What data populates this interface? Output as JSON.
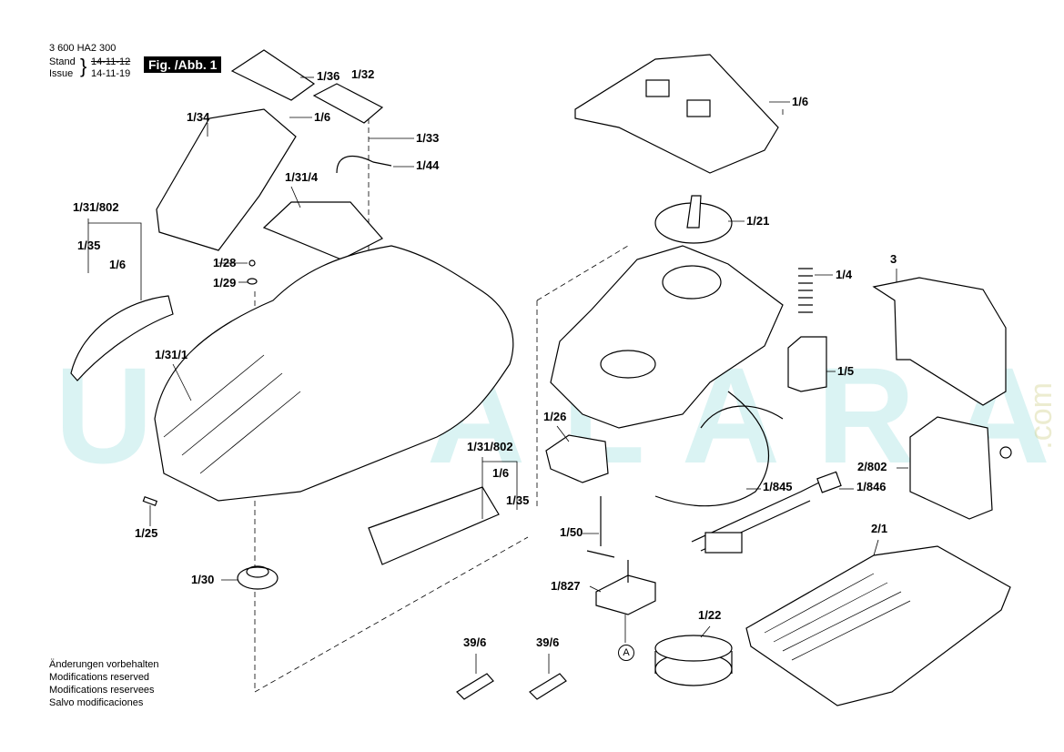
{
  "header": {
    "doc_number": "3 600 HA2 300",
    "stand_label": "Stand",
    "issue_label": "Issue",
    "stand_old": "14-11-12",
    "issue_date": "14-11-19",
    "fig_label": "Fig. /Abb. 1"
  },
  "notes": [
    "Änderungen vorbehalten",
    "Modifications reserved",
    "Modifications reservees",
    "Salvo modificaciones"
  ],
  "watermark": {
    "text": "USTALARA",
    ".com": ".com"
  },
  "parts": [
    {
      "id": "p1",
      "label": "1/36"
    },
    {
      "id": "p2",
      "label": "1/32"
    },
    {
      "id": "p3",
      "label": "1/6"
    },
    {
      "id": "p4",
      "label": "1/33"
    },
    {
      "id": "p5",
      "label": "1/44"
    },
    {
      "id": "p6",
      "label": "1/34"
    },
    {
      "id": "p7",
      "label": "1/31/4"
    },
    {
      "id": "p8",
      "label": "1/31/802"
    },
    {
      "id": "p9",
      "label": "1/35"
    },
    {
      "id": "p10",
      "label": "1/6"
    },
    {
      "id": "p11",
      "label": "1/28"
    },
    {
      "id": "p12",
      "label": "1/29"
    },
    {
      "id": "p13",
      "label": "1/31/1"
    },
    {
      "id": "p14",
      "label": "1/25"
    },
    {
      "id": "p15",
      "label": "1/30"
    },
    {
      "id": "p16",
      "label": "1/31/802"
    },
    {
      "id": "p17",
      "label": "1/6"
    },
    {
      "id": "p18",
      "label": "1/35"
    },
    {
      "id": "p19",
      "label": "1/6"
    },
    {
      "id": "p20",
      "label": "1/21"
    },
    {
      "id": "p21",
      "label": "1/4"
    },
    {
      "id": "p22",
      "label": "3"
    },
    {
      "id": "p23",
      "label": "1/5"
    },
    {
      "id": "p24",
      "label": "1/26"
    },
    {
      "id": "p25",
      "label": "2/802"
    },
    {
      "id": "p26",
      "label": "1/845"
    },
    {
      "id": "p27",
      "label": "1/846"
    },
    {
      "id": "p28",
      "label": "1/50"
    },
    {
      "id": "p29",
      "label": "2/1"
    },
    {
      "id": "p30",
      "label": "1/827"
    },
    {
      "id": "p31",
      "label": "1/22"
    },
    {
      "id": "p32",
      "label": "A"
    },
    {
      "id": "p33",
      "label": "39/6"
    },
    {
      "id": "p34",
      "label": "39/6"
    }
  ]
}
